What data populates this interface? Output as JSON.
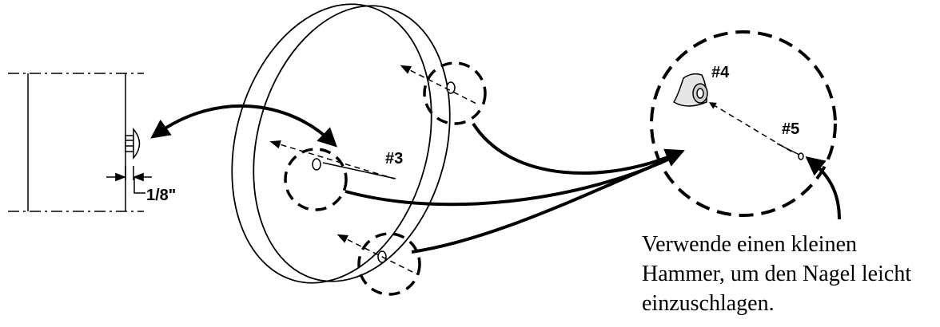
{
  "labels": {
    "part3": "#3",
    "part4": "#4",
    "part5": "#5",
    "gap": "1/8\""
  },
  "caption": {
    "line1": "Verwende einen kleinen",
    "line2": "Hammer, um den Nagel leicht",
    "line3": "einzuschlagen."
  }
}
